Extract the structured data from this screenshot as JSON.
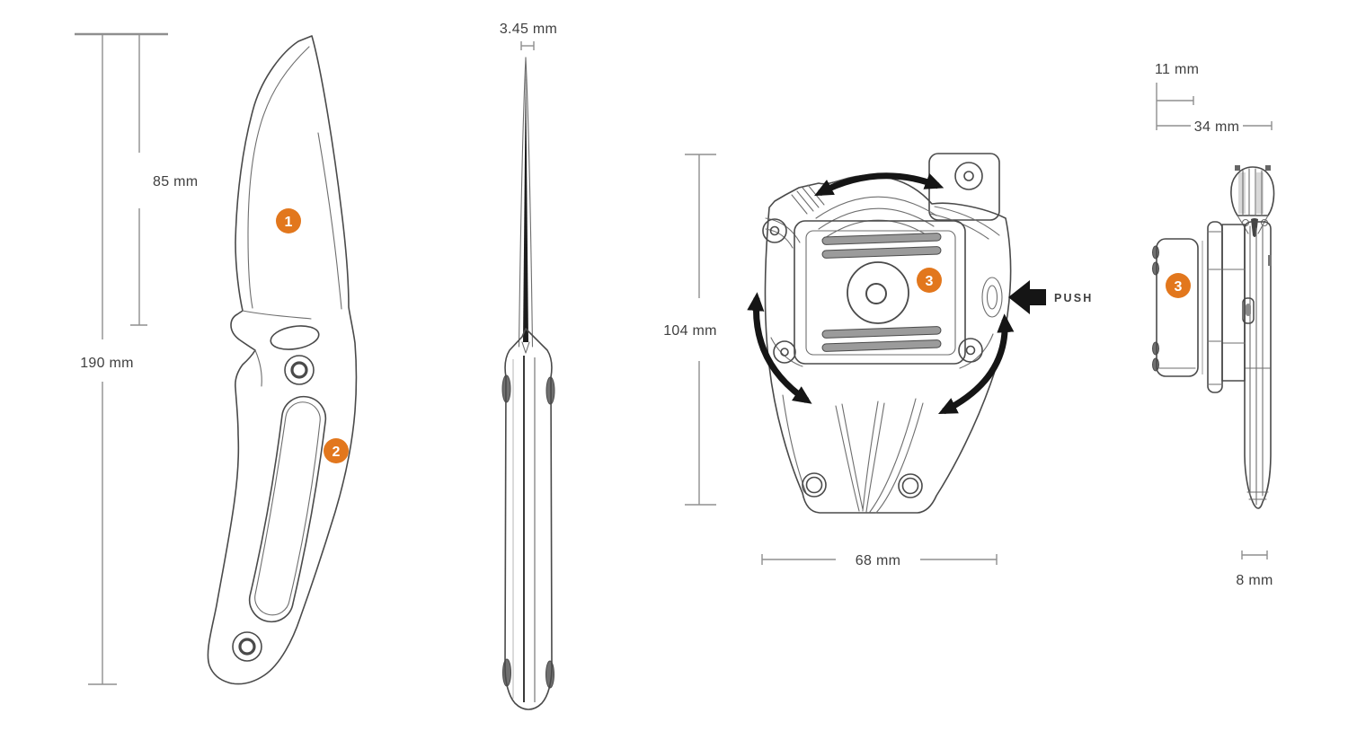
{
  "colors": {
    "accent": "#e2771d",
    "line": "#4a4a4a",
    "dim_line": "#8f8f8f",
    "text": "#3f3f3f",
    "arrow": "#151515",
    "shade": "#9b9b9b"
  },
  "dimensions": {
    "overall_length": "190 mm",
    "blade_length": "85 mm",
    "blade_thickness": "3.45 mm",
    "sheath_height": "104 mm",
    "sheath_width": "68 mm",
    "clip_width": "11 mm",
    "sheath_depth": "34 mm",
    "tip_thickness": "8 mm"
  },
  "markers": {
    "blade": "1",
    "handle": "2",
    "sheath_front": "3",
    "sheath_side": "3"
  },
  "labels": {
    "push": "PUSH"
  }
}
